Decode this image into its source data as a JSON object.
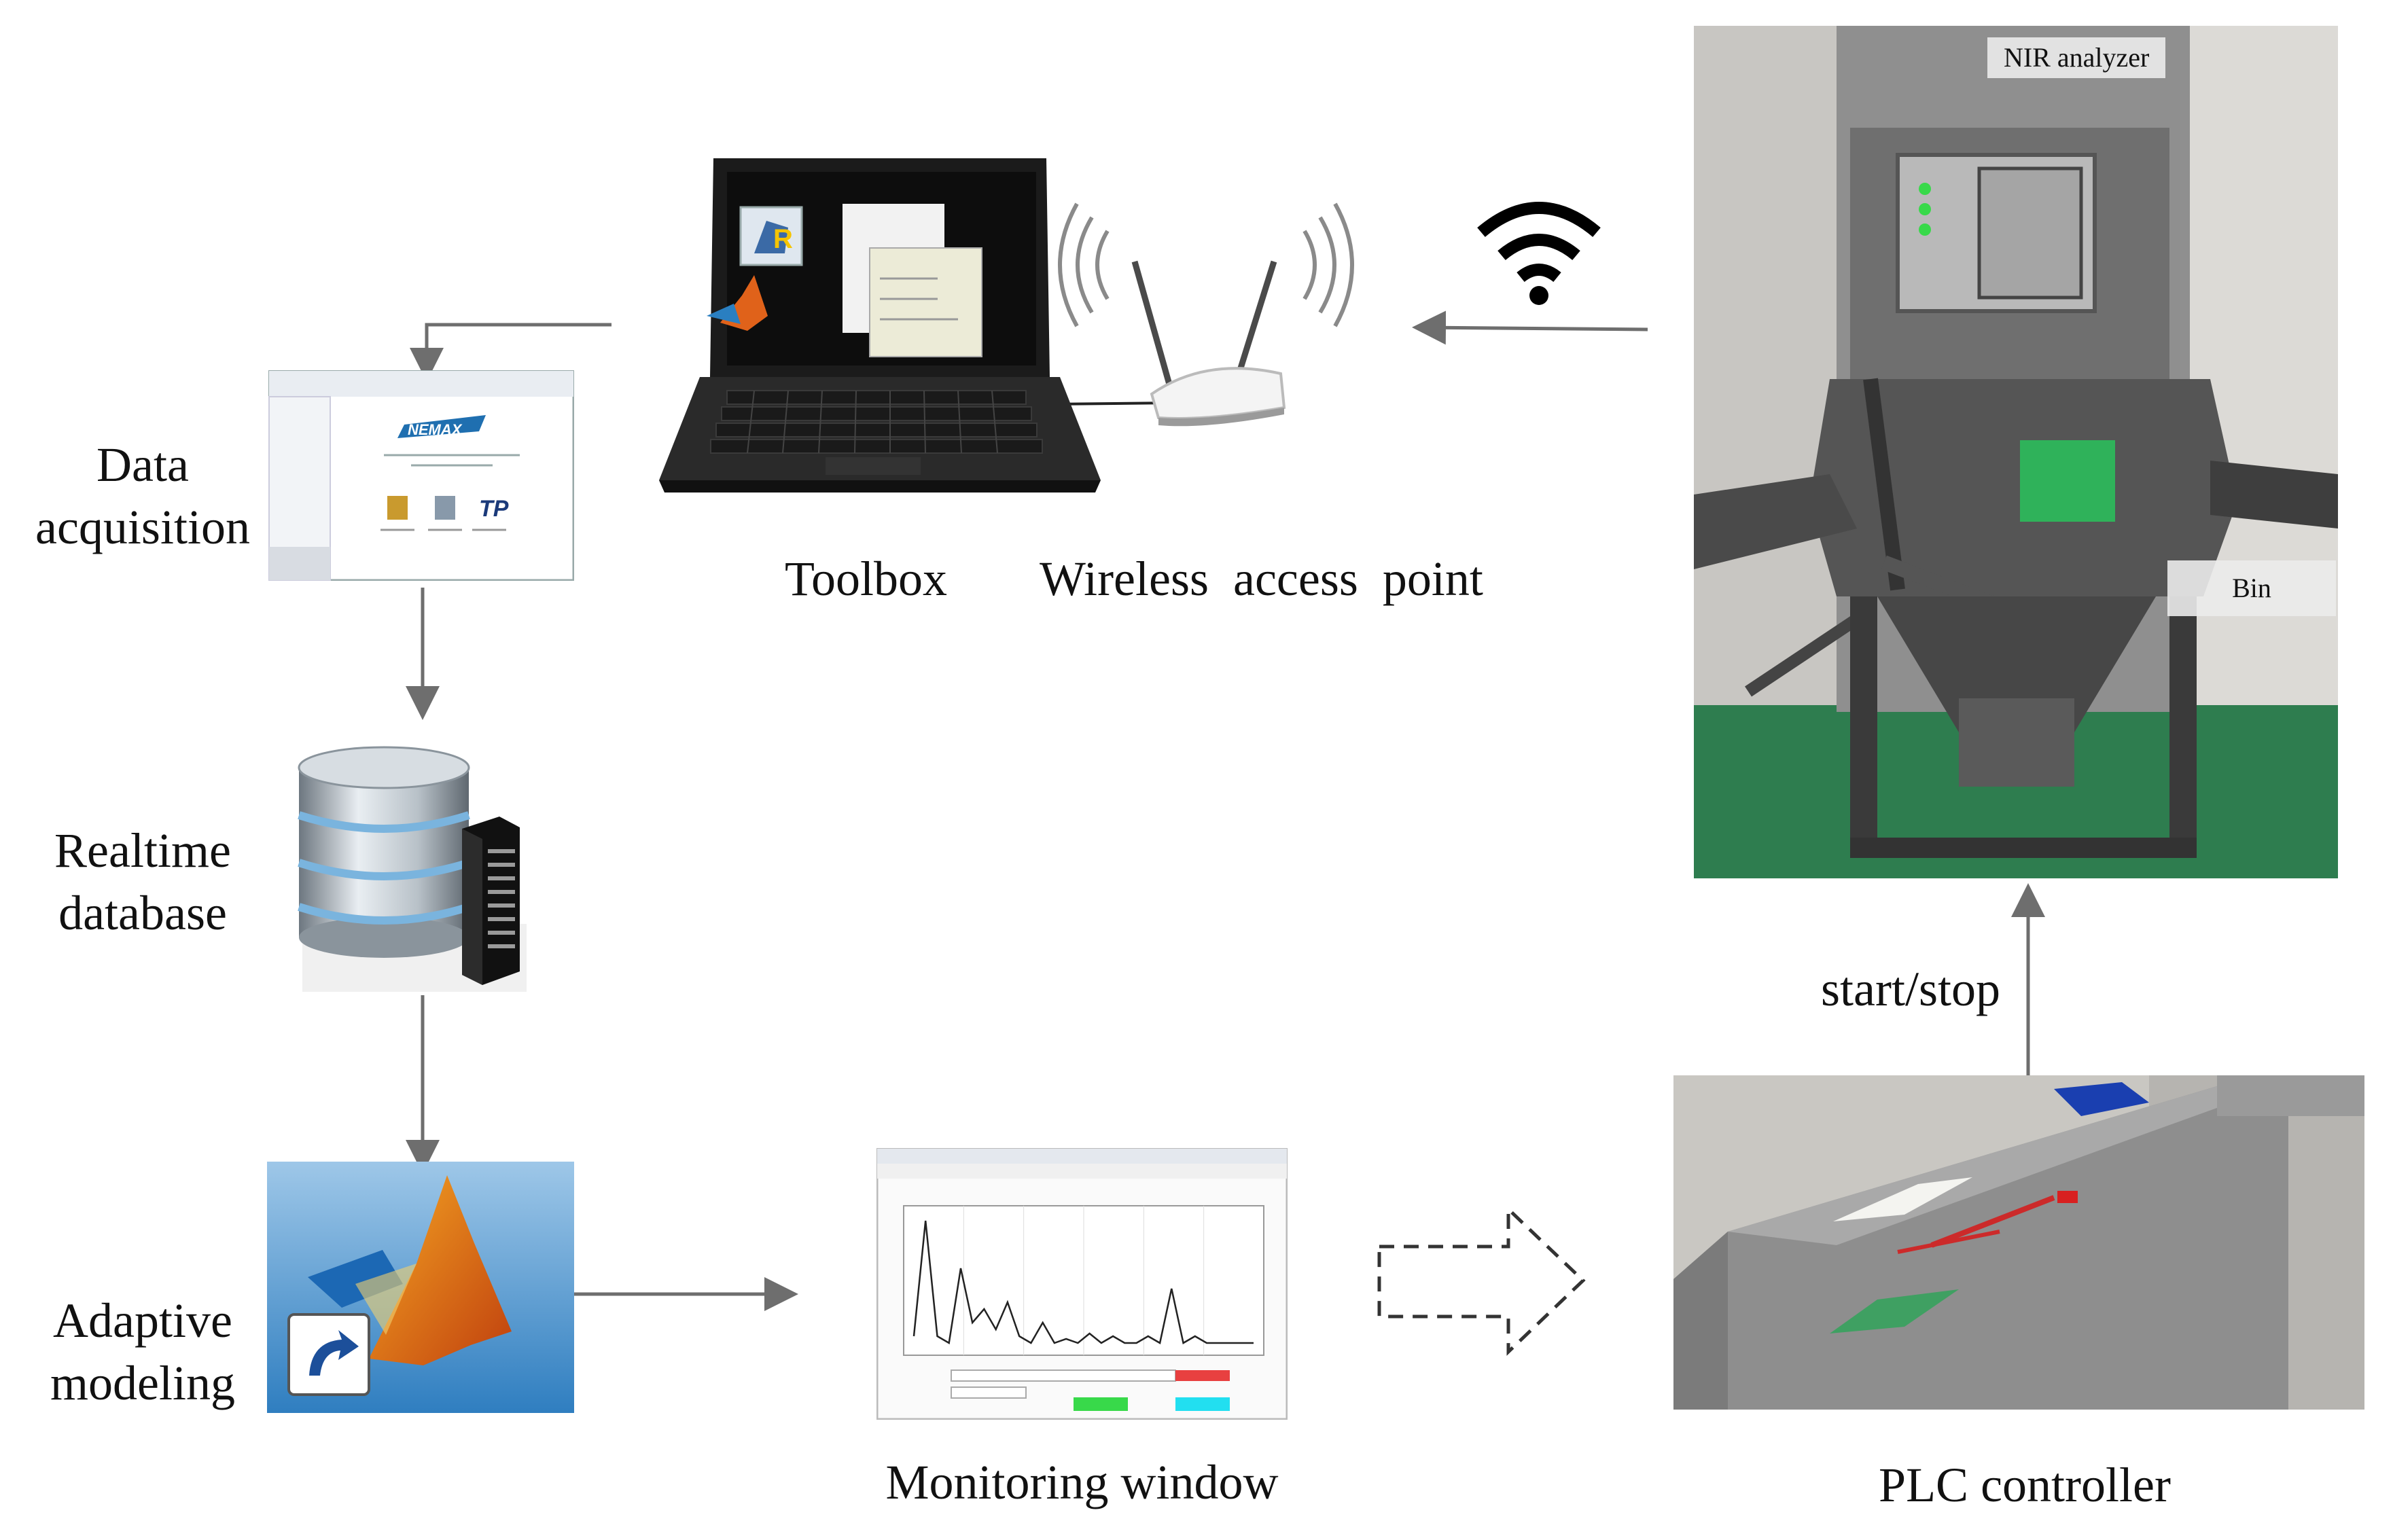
{
  "labels": {
    "toolbox": "Toolbox",
    "wireless_access_point": "Wireless  access  point",
    "data_acquisition_line1": "Data",
    "data_acquisition_line2": "acquisition",
    "realtime_line1": "Realtime",
    "realtime_line2": "database",
    "adaptive_line1": "Adaptive",
    "adaptive_line2": "modeling",
    "monitoring_window": "Monitoring window",
    "plc_controller": "PLC controller",
    "start_stop": "start/stop",
    "nir_analyzer": "NIR analyzer",
    "bin": "Bin"
  },
  "icons": {
    "laptop": "laptop-icon",
    "router": "wireless-router-icon",
    "wifi": "wifi-icon",
    "software": "software-window-icon",
    "database": "database-icon",
    "matlab": "matlab-icon",
    "monitor": "monitoring-chart-icon"
  },
  "colors": {
    "arrow": "#6e6e6e",
    "dashed_arrow": "#333333",
    "photo_green_floor": "#2e7d4f",
    "matlab_orange": "#e0621a",
    "matlab_blue": "#2a7fc1",
    "plc_grey": "#9a9a9a",
    "status_green": "#38d94a",
    "status_cyan": "#22dff0",
    "status_red": "#e84040"
  },
  "monitor_chart": {
    "type": "line",
    "values": [
      0.1,
      0.95,
      0.1,
      0.05,
      0.6,
      0.2,
      0.3,
      0.15,
      0.35,
      0.1,
      0.05,
      0.2,
      0.05,
      0.08,
      0.05,
      0.12,
      0.05,
      0.1,
      0.05,
      0.05,
      0.1,
      0.05,
      0.45,
      0.05,
      0.1,
      0.05,
      0.05,
      0.05,
      0.05,
      0.05
    ]
  }
}
